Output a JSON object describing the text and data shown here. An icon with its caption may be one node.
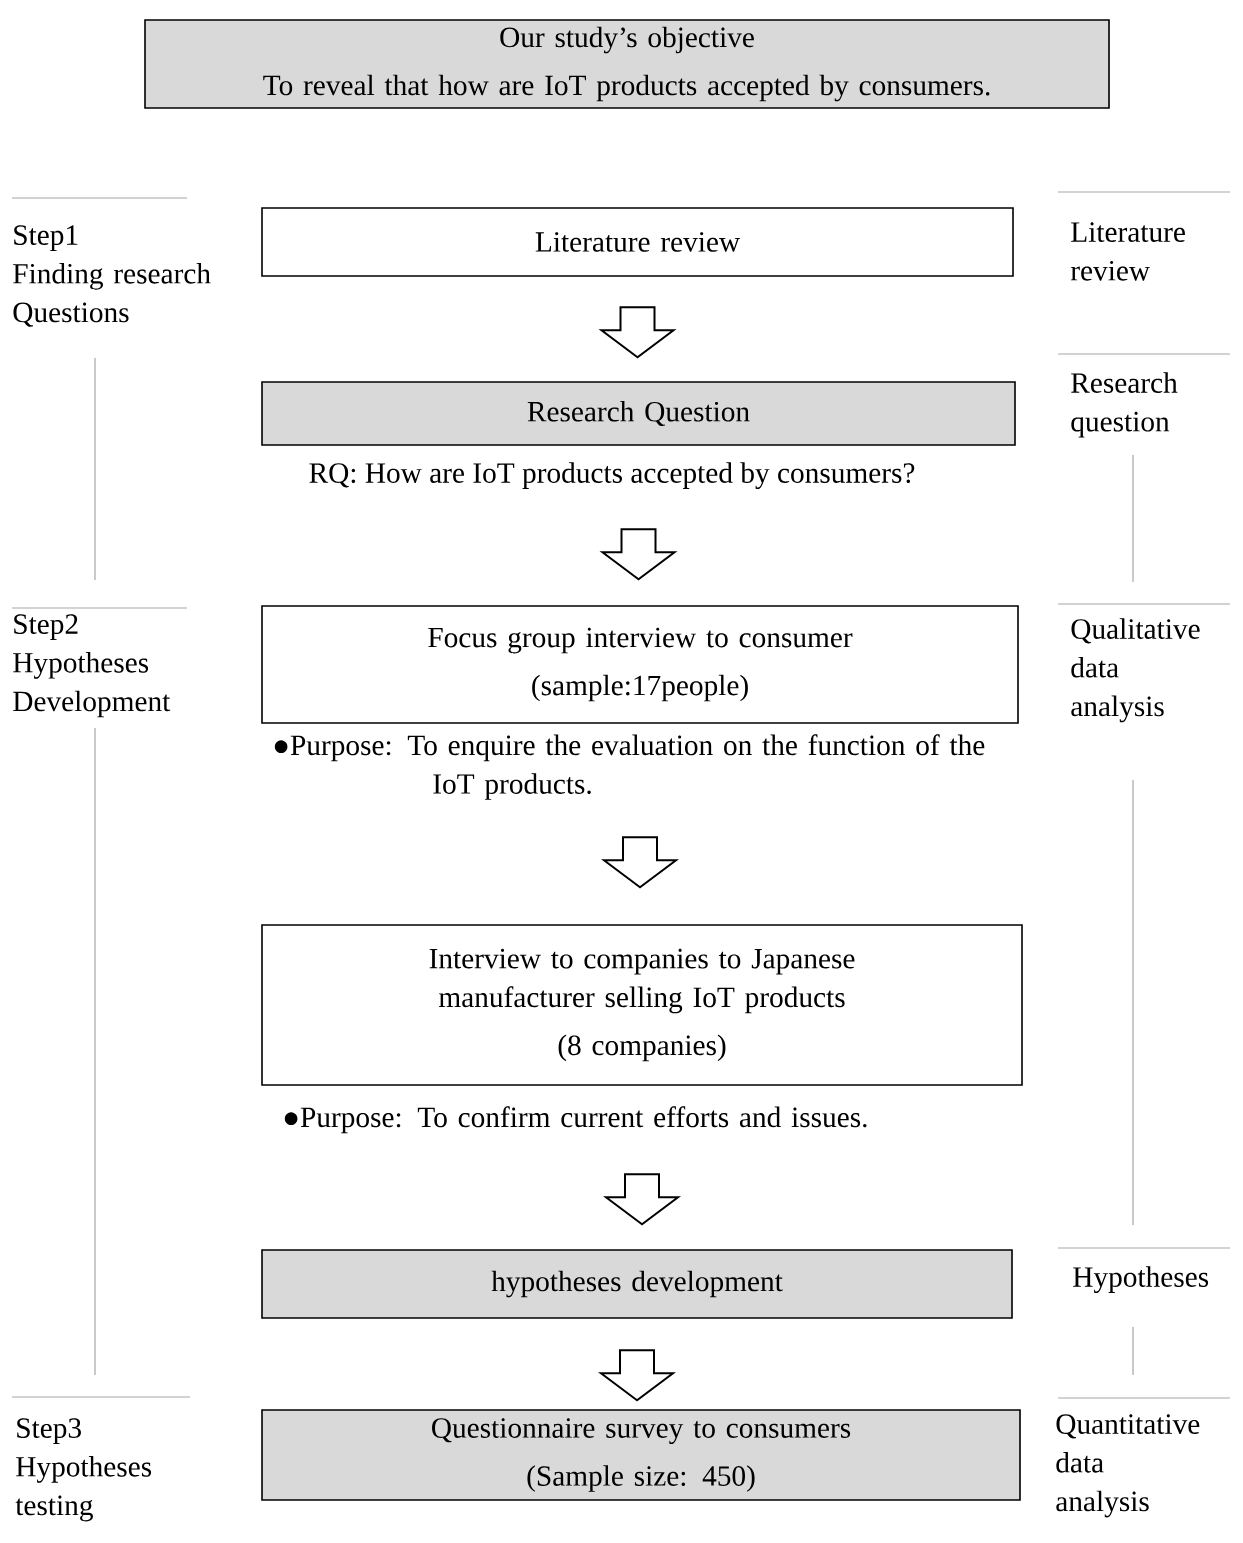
{
  "diagram": {
    "nodes": [
      {
        "text": [
          "Our study’s objective",
          "To reveal that how are IoT products accepted by consumers."
        ]
      },
      {
        "text": [
          "Literature review"
        ]
      },
      {
        "text": [
          "Research Question"
        ],
        "beside": [
          "RQ: How are IoT products accepted by consumers?"
        ]
      },
      {
        "text": [
          "Focus group interview to consumer",
          "(sample:17people)"
        ],
        "beside": [
          "●Purpose: To enquire the evaluation on the function of the IoT products."
        ]
      },
      {
        "text": [
          "Interview to companies to Japanese manufacturer selling IoT products",
          "(8 companies)"
        ],
        "beside": [
          "●Purpose: To confirm current efforts and issues."
        ]
      },
      {
        "text": [
          "hypotheses development"
        ]
      },
      {
        "text": [
          "Questionnaire survey to consumers",
          "(Sample size: 450)"
        ]
      }
    ],
    "edges": [
      {
        "from": 1,
        "to": 2,
        "arrow": "to"
      },
      {
        "from": 2,
        "to": 3,
        "arrow": "to"
      },
      {
        "from": 3,
        "to": 4,
        "arrow": "to"
      },
      {
        "from": 4,
        "to": 5,
        "arrow": "to"
      },
      {
        "from": 5,
        "to": 6,
        "arrow": "to"
      }
    ],
    "labels": [
      "Step1 Finding research Questions",
      "Literature review",
      "Research question",
      "Step2 Hypotheses Development",
      "Qualitative data analysis",
      "Hypotheses",
      "Step3 Hypotheses testing",
      "Quantitative data analysis"
    ]
  }
}
